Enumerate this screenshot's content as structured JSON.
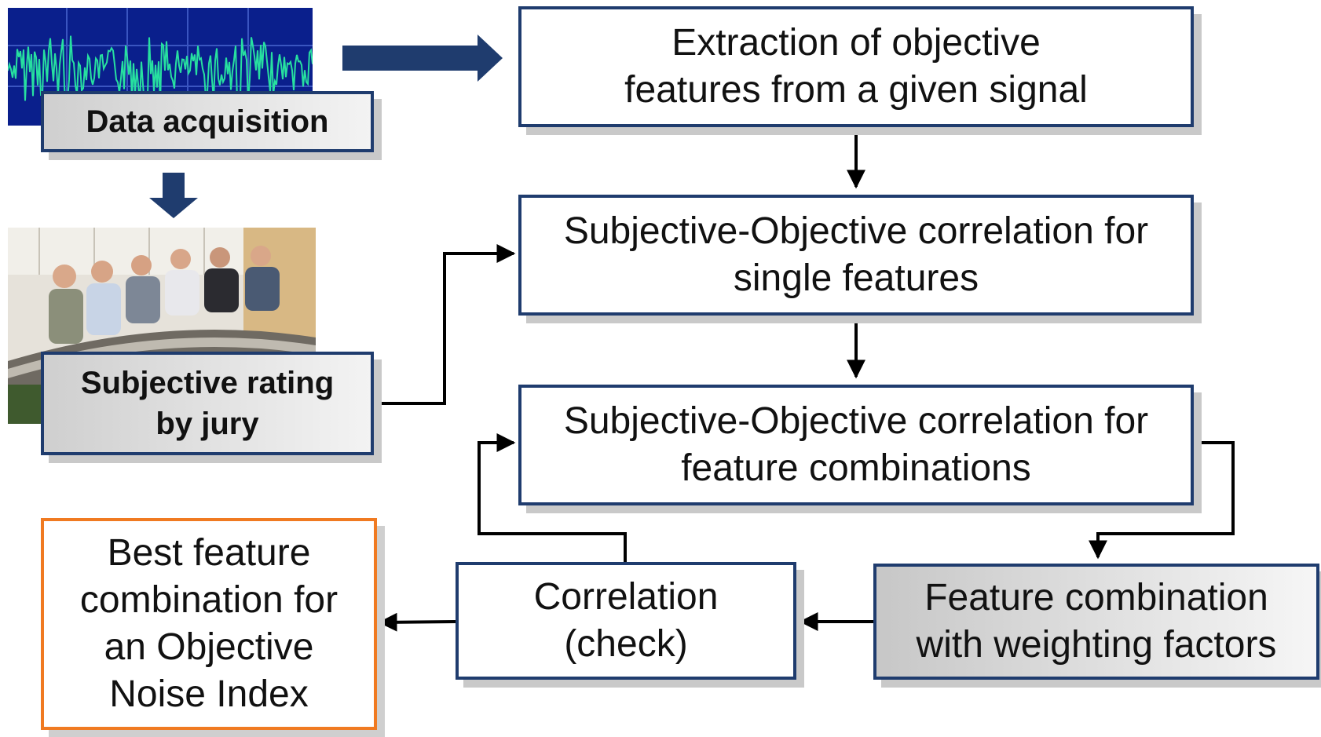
{
  "boxes": {
    "data_acquisition": "Data acquisition",
    "subjective_rating": "Subjective rating\nby jury",
    "extraction": "Extraction of objective\nfeatures from a given signal",
    "so_single": "Subjective-Objective correlation for\nsingle features",
    "so_combinations": "Subjective-Objective correlation for\nfeature combinations",
    "feature_combination": "Feature combination\nwith weighting factors",
    "correlation_check": "Correlation\n(check)",
    "best_feature": "Best feature\ncombination for\nan Objective\nNoise Index"
  },
  "colors": {
    "box_border": "#1f3c6e",
    "best_border": "#f07a21",
    "arrow_dark": "#1f3c6e",
    "waveform_bg": "#0a1f8c",
    "waveform_line": "#27e0a0"
  },
  "icons": {
    "waveform": "signal-waveform-image",
    "jury_photo": "jury-listening-photo"
  }
}
